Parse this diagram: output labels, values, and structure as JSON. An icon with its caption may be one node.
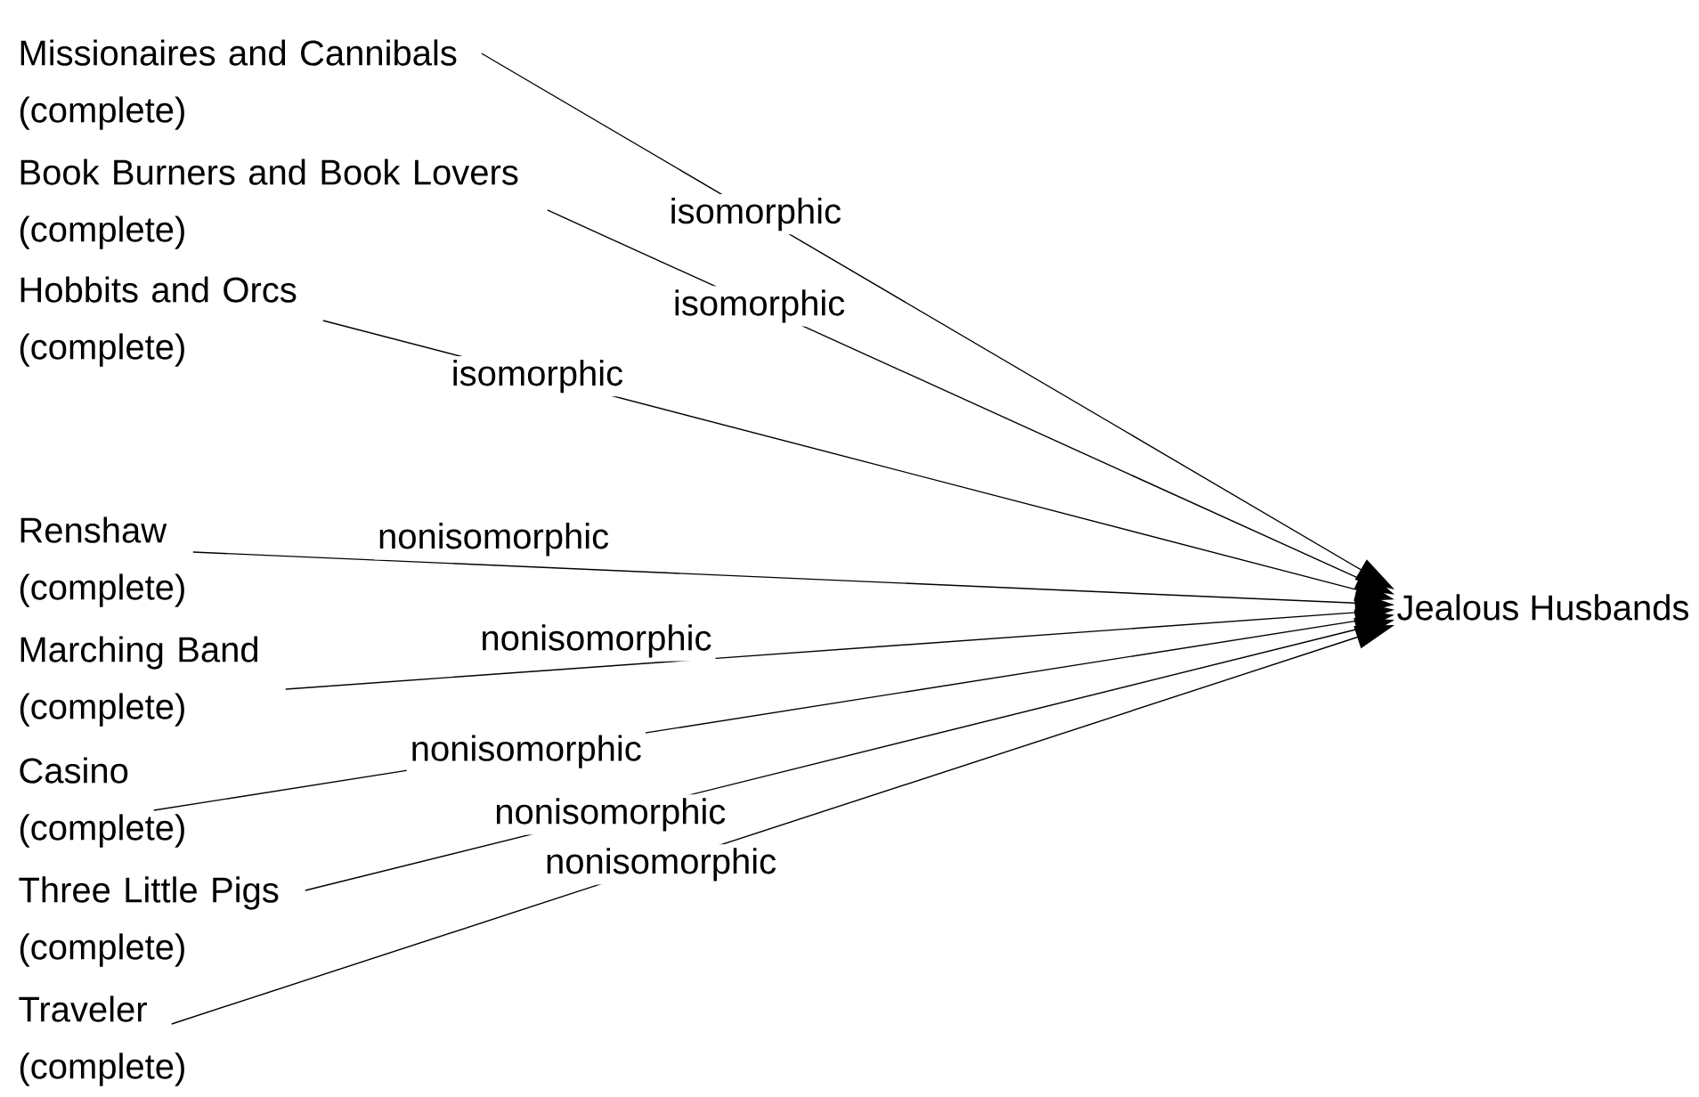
{
  "diagram": {
    "nodes": [
      {
        "text": [
          "Missionaires and Cannibals (complete)"
        ]
      },
      {
        "text": [
          "Book Burners and Book Lovers (complete)"
        ]
      },
      {
        "text": [
          "Hobbits and Orcs (complete)"
        ]
      },
      {
        "text": [
          "Renshaw (complete)"
        ]
      },
      {
        "text": [
          "Marching Band (complete)"
        ]
      },
      {
        "text": [
          "Casino (complete)"
        ]
      },
      {
        "text": [
          "Three Little Pigs (complete)"
        ]
      },
      {
        "text": [
          "Traveler (complete)"
        ]
      },
      {
        "text": [
          "Jealous Husbands"
        ]
      }
    ],
    "edges": [
      {
        "from": 0,
        "to": 8,
        "arrow": "to",
        "label": "isomorphic"
      },
      {
        "from": 1,
        "to": 8,
        "arrow": "to",
        "label": "isomorphic"
      },
      {
        "from": 2,
        "to": 8,
        "arrow": "to",
        "label": "isomorphic"
      },
      {
        "from": 3,
        "to": 8,
        "arrow": "to",
        "label": "nonisomorphic"
      },
      {
        "from": 4,
        "to": 8,
        "arrow": "to",
        "label": "nonisomorphic"
      },
      {
        "from": 5,
        "to": 8,
        "arrow": "to",
        "label": "nonisomorphic"
      },
      {
        "from": 6,
        "to": 8,
        "arrow": "to",
        "label": "nonisomorphic"
      },
      {
        "from": 7,
        "to": 8,
        "arrow": "to",
        "label": "nonisomorphic"
      }
    ]
  }
}
